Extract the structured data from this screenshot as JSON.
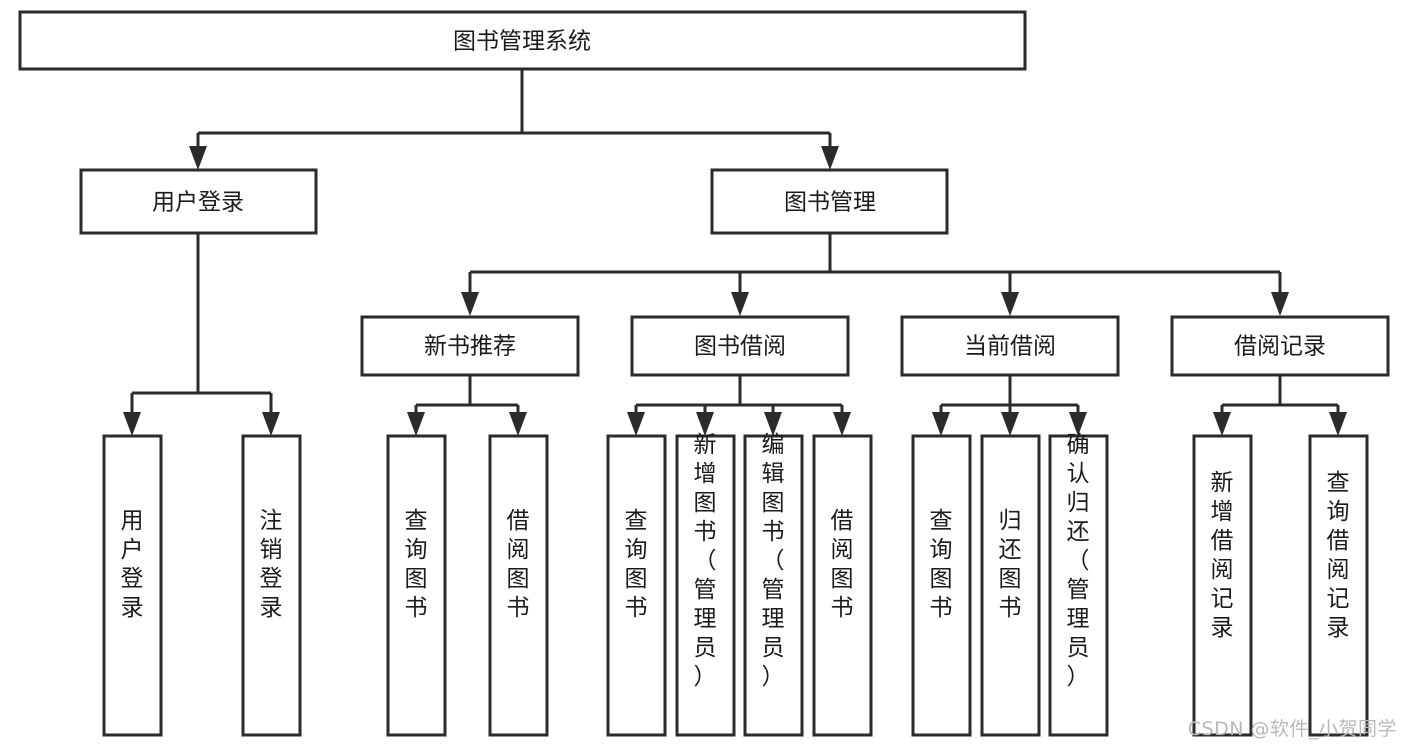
{
  "diagram": {
    "title": "图书管理系统",
    "type": "tree-hierarchy-chart",
    "root": {
      "id": "root",
      "label": "图书管理系统",
      "level": 0
    },
    "level1": [
      {
        "id": "user-login",
        "label": "用户登录"
      },
      {
        "id": "book-management",
        "label": "图书管理"
      }
    ],
    "level2": [
      {
        "id": "new-book-recommend",
        "label": "新书推荐",
        "parent": "book-management"
      },
      {
        "id": "book-borrow",
        "label": "图书借阅",
        "parent": "book-management"
      },
      {
        "id": "current-borrow",
        "label": "当前借阅",
        "parent": "book-management"
      },
      {
        "id": "borrow-record",
        "label": "借阅记录",
        "parent": "book-management"
      }
    ],
    "leaves": {
      "user-login": [
        {
          "id": "leaf-user-login",
          "label": "用户登录"
        },
        {
          "id": "leaf-user-logout",
          "label": "注销登录"
        }
      ],
      "new-book-recommend": [
        {
          "id": "leaf-query-book-1",
          "label": "查询图书"
        },
        {
          "id": "leaf-borrow-book-1",
          "label": "借阅图书"
        }
      ],
      "book-borrow": [
        {
          "id": "leaf-query-book-2",
          "label": "查询图书"
        },
        {
          "id": "leaf-add-book",
          "label": "新增图书（管理员）"
        },
        {
          "id": "leaf-edit-book",
          "label": "编辑图书（管理员）"
        },
        {
          "id": "leaf-borrow-book-2",
          "label": "借阅图书"
        }
      ],
      "current-borrow": [
        {
          "id": "leaf-query-book-3",
          "label": "查询图书"
        },
        {
          "id": "leaf-return-book",
          "label": "归还图书"
        },
        {
          "id": "leaf-confirm-return",
          "label": "确认归还（管理员）"
        }
      ],
      "borrow-record": [
        {
          "id": "leaf-add-record",
          "label": "新增借阅记录"
        },
        {
          "id": "leaf-query-record",
          "label": "查询借阅记录"
        }
      ]
    }
  },
  "watermark": {
    "text": "CSDN @软件_小贺同学"
  },
  "colors": {
    "stroke": "#2b2b2b",
    "fill": "#ffffff",
    "text": "#1b1b1b",
    "watermark": "#b9b9b9"
  }
}
